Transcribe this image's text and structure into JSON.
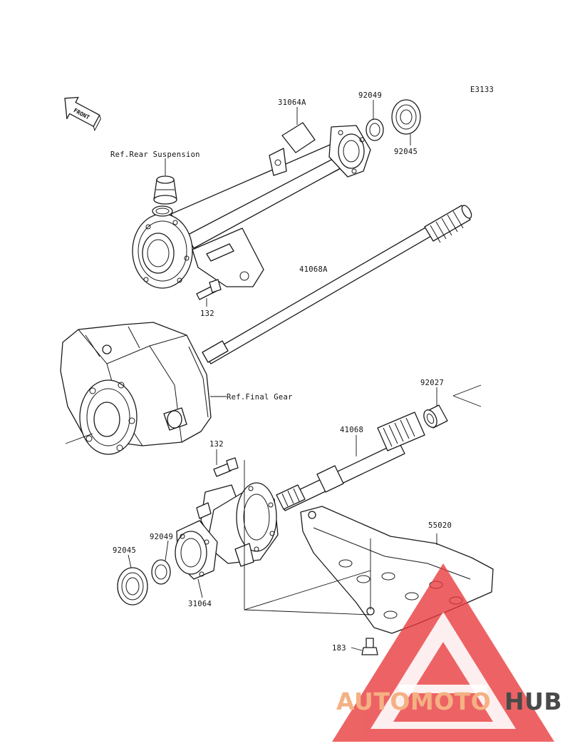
{
  "diagram_code": "E3133",
  "front_label": "FRONT",
  "labels": {
    "housing_upper": "31064A",
    "seal_upper": "92049",
    "bearing_upper": "92045",
    "ref_rear_suspension": "Ref.Rear Suspension",
    "axle_upper": "41068A",
    "bolt_upper": "132",
    "ref_final_gear": "Ref.Final Gear",
    "ring_right": "92027",
    "axle_lower": "41068",
    "bolt_lower": "132",
    "guard": "55020",
    "seal_lower": "92049",
    "bearing_lower": "92045",
    "housing_lower": "31064",
    "bolt_guard": "183"
  },
  "watermark": {
    "brand_part1": "AUTOMOTO",
    "brand_part2": "HUB",
    "color_part1": "#f4b183",
    "color_part2": "#4a4a4a",
    "logo_color": "#e8383a"
  }
}
